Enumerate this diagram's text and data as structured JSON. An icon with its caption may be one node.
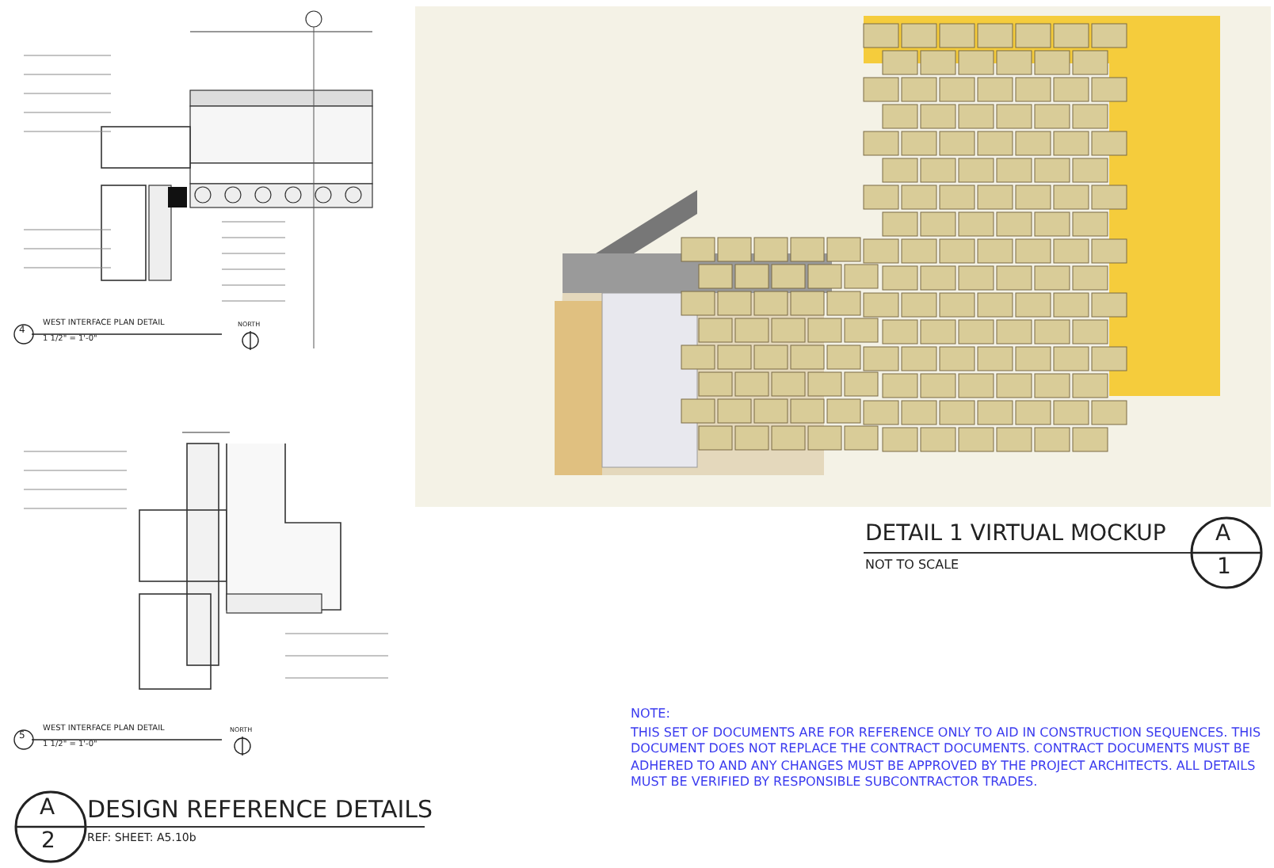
{
  "diagram": {
    "labels": [
      "4",
      "WEST INTERFACE PLAN DETAIL",
      "1 1/2\" = 1'-0\"",
      "NORTH",
      "5",
      "WEST INTERFACE PLAN DETAIL",
      "1 1/2\" = 1'-0\"",
      "NORTH",
      "DETAIL 1 VIRTUAL MOCKUP",
      "NOT TO SCALE",
      "A",
      "1",
      "A",
      "2",
      "DESIGN REFERENCE DETAILS",
      "REF: SHEET: A5.10b",
      "NOTE:",
      "THIS SET OF DOCUMENTS ARE FOR REFERENCE ONLY TO AID IN CONSTRUCTION SEQUENCES.  THIS DOCUMENT DOES NOT REPLACE THE CONTRACT DOCUMENTS. CONTRACT DOCUMENTS  MUST BE ADHERED TO AND ANY CHANGES MUST BE APPROVED BY THE PROJECT ARCHITECTS.  ALL DETAILS MUST BE VERIFIED BY RESPONSIBLE SUBCONTRACTOR TRADES."
    ]
  }
}
